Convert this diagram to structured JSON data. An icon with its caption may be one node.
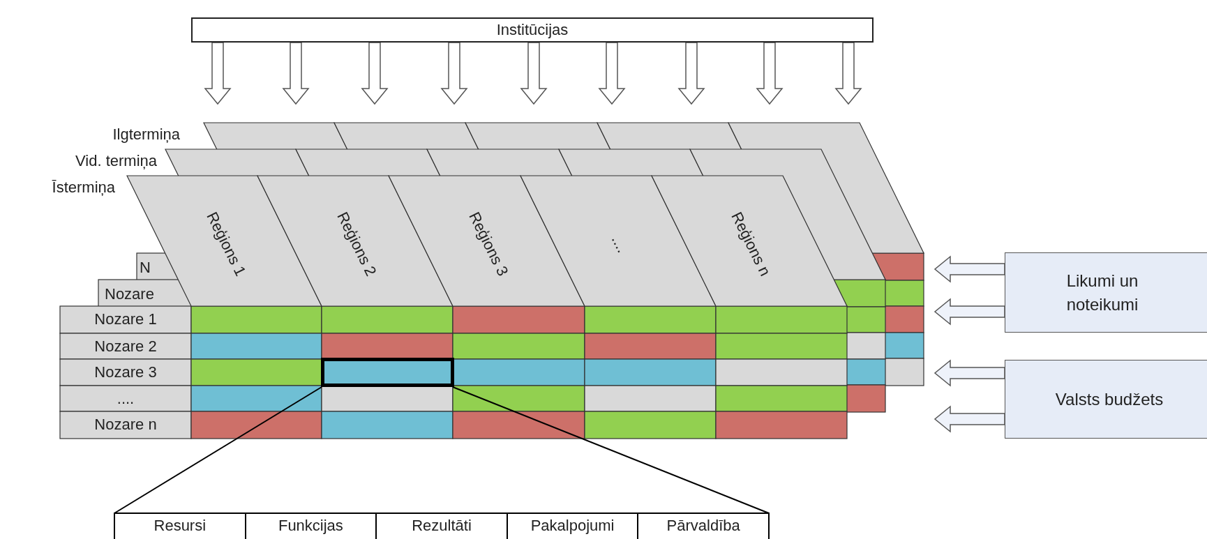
{
  "diagram": {
    "nodes": [
      {
        "text": [
          "Institūcijas"
        ]
      },
      {
        "text": [
          "Likumi un noteikumi"
        ]
      },
      {
        "text": [
          "Valsts budžets"
        ]
      },
      {
        "text": [],
        "shape": "box"
      },
      {
        "text": [
          "Resursi",
          "Funkcijas",
          "Rezultāti",
          "Pakalpojumi",
          "Pārvaldība"
        ]
      }
    ],
    "edges": [
      {
        "from": 0,
        "to": null,
        "arrow": "to"
      },
      {
        "from": 0,
        "to": null,
        "arrow": "to"
      },
      {
        "from": 0,
        "to": null,
        "arrow": "to"
      },
      {
        "from": 0,
        "to": null,
        "arrow": "to"
      },
      {
        "from": 0,
        "to": null,
        "arrow": "to"
      },
      {
        "from": 0,
        "to": null,
        "arrow": "to"
      },
      {
        "from": 0,
        "to": null,
        "arrow": "to"
      },
      {
        "from": 0,
        "to": null,
        "arrow": "to"
      },
      {
        "from": 0,
        "to": null,
        "arrow": "to"
      },
      {
        "from": 1,
        "to": null,
        "arrow": "to"
      },
      {
        "from": 1,
        "to": null,
        "arrow": "to"
      },
      {
        "from": 2,
        "to": null,
        "arrow": "to"
      },
      {
        "from": 2,
        "to": null,
        "arrow": "to"
      },
      {
        "from": 3,
        "to": 4,
        "arrow": "none"
      },
      {
        "from": 3,
        "to": 4,
        "arrow": "none"
      }
    ],
    "labels": [
      "Ilgtermiņa",
      "Vid. termiņa",
      "Īstermiņa",
      "Reģions 1",
      "Reģions 2",
      "Reģions 3",
      "....",
      "Reģions n",
      "N",
      "Nozare",
      "Nozare 1",
      "Nozare 2",
      "Nozare 3",
      "....",
      "Nozare n"
    ]
  }
}
